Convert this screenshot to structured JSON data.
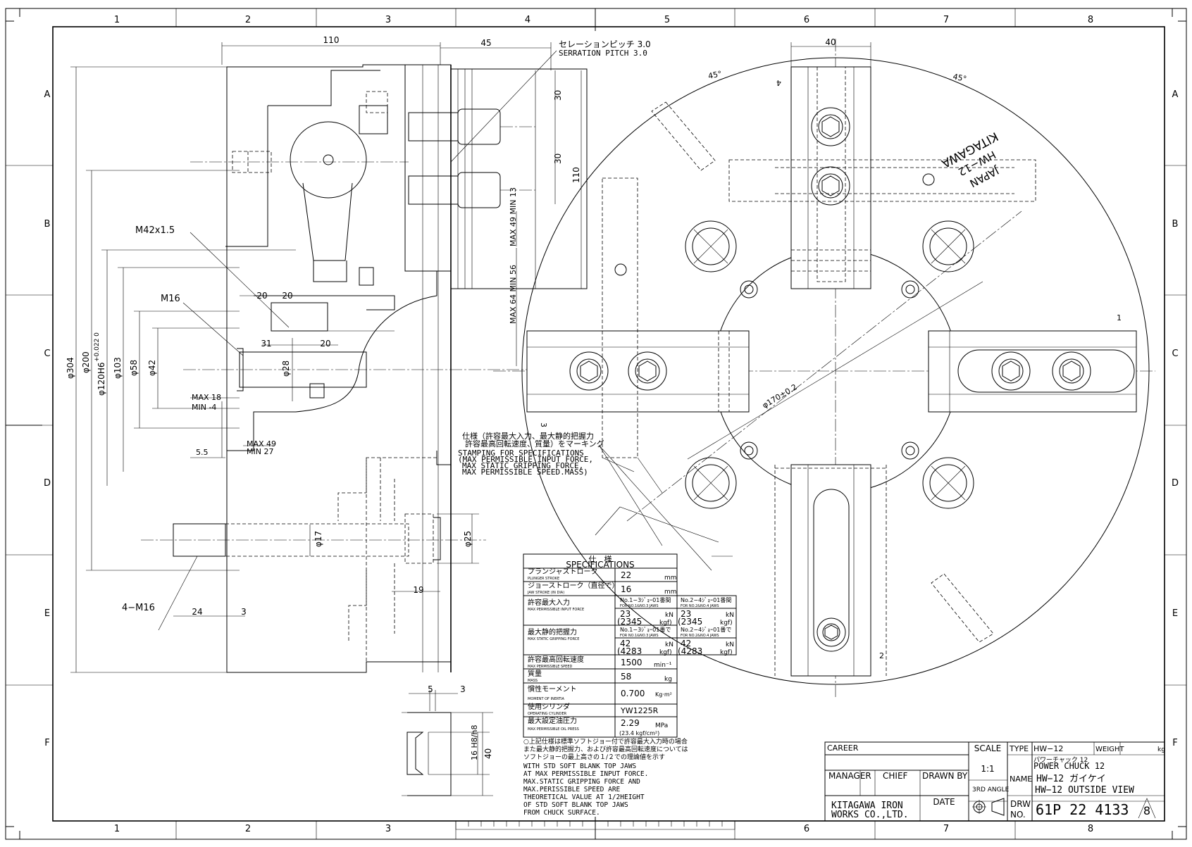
{
  "sheet": {
    "col_numbers": [
      "1",
      "2",
      "3",
      "4",
      "5",
      "6",
      "7",
      "8"
    ],
    "row_letters": [
      "A",
      "B",
      "C",
      "D",
      "E",
      "F"
    ]
  },
  "side_view": {
    "dims": {
      "d110_top": "110",
      "d45": "45",
      "d30_a": "30",
      "d30_b": "30",
      "d110_side": "110",
      "max49_min13": "MAX 49 MIN 13",
      "max64_min56": "MAX 64 MIN 56",
      "m42": "M42x1.5",
      "m16": "M16",
      "d20_a": "20",
      "d20_b": "20",
      "d31": "31",
      "d20_c": "20",
      "phi28": "φ28",
      "max18": "MAX 18",
      "min_4": "MIN -4",
      "max49": "MAX 49",
      "min27": "MIN 27",
      "d5_5": "5.5",
      "phi304": "φ304",
      "phi200": "φ200",
      "phi120": "φ120H6",
      "phi120_tol": "+0.022 0",
      "phi103": "φ103",
      "phi58": "φ58",
      "phi42": "φ42",
      "phi17": "φ17",
      "phi25": "φ25",
      "four_m16": "4−M16",
      "d24": "24",
      "d3": "3",
      "d19": "19"
    },
    "serration_jp": "セレーションピッチ 3.0",
    "serration_en": "SERRATION PITCH 3.0"
  },
  "stamping": {
    "jp_line1": "仕様（許容最大入力、最大静的把握力",
    "jp_line2": "許容最高回転速度、質量）をマーキング",
    "en_lines": [
      "STAMPING FOR SPECIFICATIONS",
      "(MAX PERMISSIBLE INPUT FORCE,",
      "MAX STATIC GRIPPING FORCE,",
      "MAX PERMISSIBLE SPEED.MASS)"
    ]
  },
  "front_view": {
    "dim_40": "40",
    "angle_left": "45°",
    "angle_right": "45°",
    "pcd": "φ170±0.2",
    "brand": "KITAGAWA",
    "model": "HW−12",
    "country": "JAPAN",
    "jaw_nums": [
      "1",
      "2",
      "3",
      "4"
    ]
  },
  "detail": {
    "d5": "5",
    "d3": "3",
    "h8": "16 H8/h8",
    "d40": "40"
  },
  "specs": {
    "title_jp": "仕　様",
    "title_en": "SPECIFICATIONS",
    "rows": [
      {
        "jp": "プランジャストローク",
        "en": "PLUNGER STROKE",
        "val": "22",
        "unit": "mm"
      },
      {
        "jp": "ジョーストローク（直径で）",
        "en": "JAW STROKE (IN DIA)",
        "val": "16",
        "unit": "mm"
      },
      {
        "jp": "許容最大入力",
        "en": "MAX PERMISSIBLE INPUT FORCE",
        "val": "23",
        "unit": "kN",
        "val2": "(2345",
        "unit2": "kgf)",
        "c1h1": "No.1−3ｼﾞｮｰ01番間",
        "c1h2": "FOR NO.1&NO.3 JAWS",
        "c2h1": "No.2−4ｼﾞｮｰ01番間",
        "c2h2": "FOR NO.2&NO.4 JAWS",
        "c2val": "23",
        "c2unit": "kN",
        "c2val2": "(2345",
        "c2unit2": "kgf)"
      },
      {
        "jp": "最大静的把握力",
        "en": "MAX STATIC GRIPPING FORCE",
        "val": "42",
        "unit": "kN",
        "val2": "(4283",
        "unit2": "kgf)",
        "c1h1": "No.1−3ｼﾞｮｰ01番で",
        "c1h2": "FOR NO.1&NO.3 JAWS",
        "c2h1": "No.2−4ｼﾞｮｰ01番で",
        "c2h2": "FOR NO.2&NO.4 JAWS",
        "c2val": "42",
        "c2unit": "kN",
        "c2val2": "(4283",
        "c2unit2": "kgf)"
      },
      {
        "jp": "許容最高回転速度",
        "en": "MAX PERMISSIBLE SPEED",
        "val": "1500",
        "unit": "min⁻¹"
      },
      {
        "jp": "質量",
        "en": "MASS",
        "val": "58",
        "unit": "kg"
      },
      {
        "jp": "慣性モーメント",
        "en": "MOMENT OF INERTIA",
        "val": "0.700",
        "unit": "Kg·m²"
      },
      {
        "jp": "使用シリンダ",
        "en": "OPERATING CYLINDER",
        "val": "YW1225R",
        "unit": ""
      },
      {
        "jp": "最大設定油圧力",
        "en": "MAX PERMISSIBLE OIL PRESS",
        "val": "2.29",
        "unit": "MPa",
        "val2": "(23.4 kgf/cm²)"
      }
    ],
    "note_jp": [
      "○上記仕様は標準ソフトジョー付で許容最大入力時の場合",
      "また最大静的把握力、および許容最高回転速度については",
      "ソフトジョーの最上高さの１/２での理論値を示す"
    ],
    "note_en": [
      "WITH STD SOFT BLANK TOP JAWS",
      "AT MAX PERMISSIBLE INPUT FORCE.",
      "MAX.STATIC GRIPPING FORCE AND",
      "MAX.PERISSIBLE SPEED ARE",
      "THEORETICAL VALUE AT 1/2HEIGHT",
      "OF STD SOFT BLANK TOP JAWS",
      "FROM CHUCK SURFACE."
    ]
  },
  "title_block": {
    "career": "CAREER",
    "scale_label": "SCALE",
    "scale_value": "1:1",
    "third_angle": "3RD ANGLE",
    "type_label": "TYPE",
    "type_value": "HW−12",
    "weight_label": "WEIGHT",
    "weight_unit": "kg",
    "name_label": "NAME",
    "name_jp": "パワーチャック 12",
    "name_line1": "POWER CHUCK 12",
    "name_line2": "HW−12 ガイケイ",
    "name_line3": "HW−12 OUTSIDE VIEW",
    "manager": "MANAGER",
    "chief": "CHIEF",
    "drawn_by": "DRAWN BY",
    "date": "DATE",
    "company1": "KITAGAWA IRON",
    "company2": "WORKS CO.,LTD.",
    "drw_no_label1": "DRW",
    "drw_no_label2": "NO.",
    "drw_no": "61P 22 4133",
    "revision": "8"
  }
}
